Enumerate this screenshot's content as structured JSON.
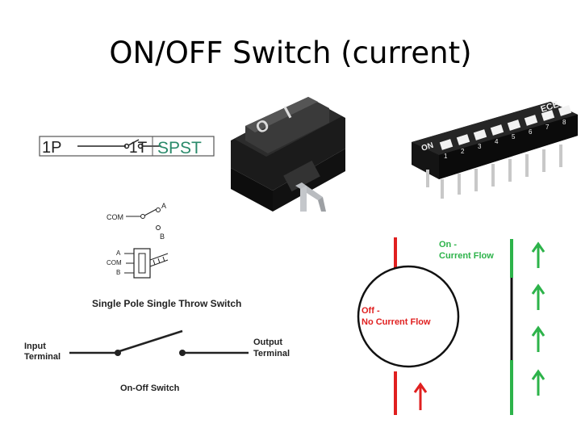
{
  "slide": {
    "title": "ON/OFF Switch (current)"
  },
  "spst_label": {
    "pole": "1P",
    "throw": "1T",
    "type": "SPST"
  },
  "rocker_switch": {
    "mark_on": "I",
    "mark_off": "O"
  },
  "dip_switch": {
    "brand": "ECE",
    "on_label": "ON",
    "numbers": [
      "1",
      "2",
      "3",
      "4",
      "5",
      "6",
      "7",
      "8"
    ]
  },
  "spdt_symbol": {
    "com": "COM",
    "a": "A",
    "b": "B"
  },
  "toggle_symbol": {
    "a": "A",
    "com": "COM",
    "b": "B"
  },
  "spst_diagram": {
    "title": "Single Pole Single Throw Switch",
    "input": [
      "Input",
      "Terminal"
    ],
    "output": [
      "Output",
      "Terminal"
    ],
    "caption": "On-Off Switch"
  },
  "current_flow": {
    "on_label": [
      "On -",
      "Current Flow"
    ],
    "off_label": [
      "Off -",
      "No Current Flow"
    ]
  },
  "colors": {
    "on": "#2db34a",
    "off": "#e02020",
    "text": "#000000"
  }
}
